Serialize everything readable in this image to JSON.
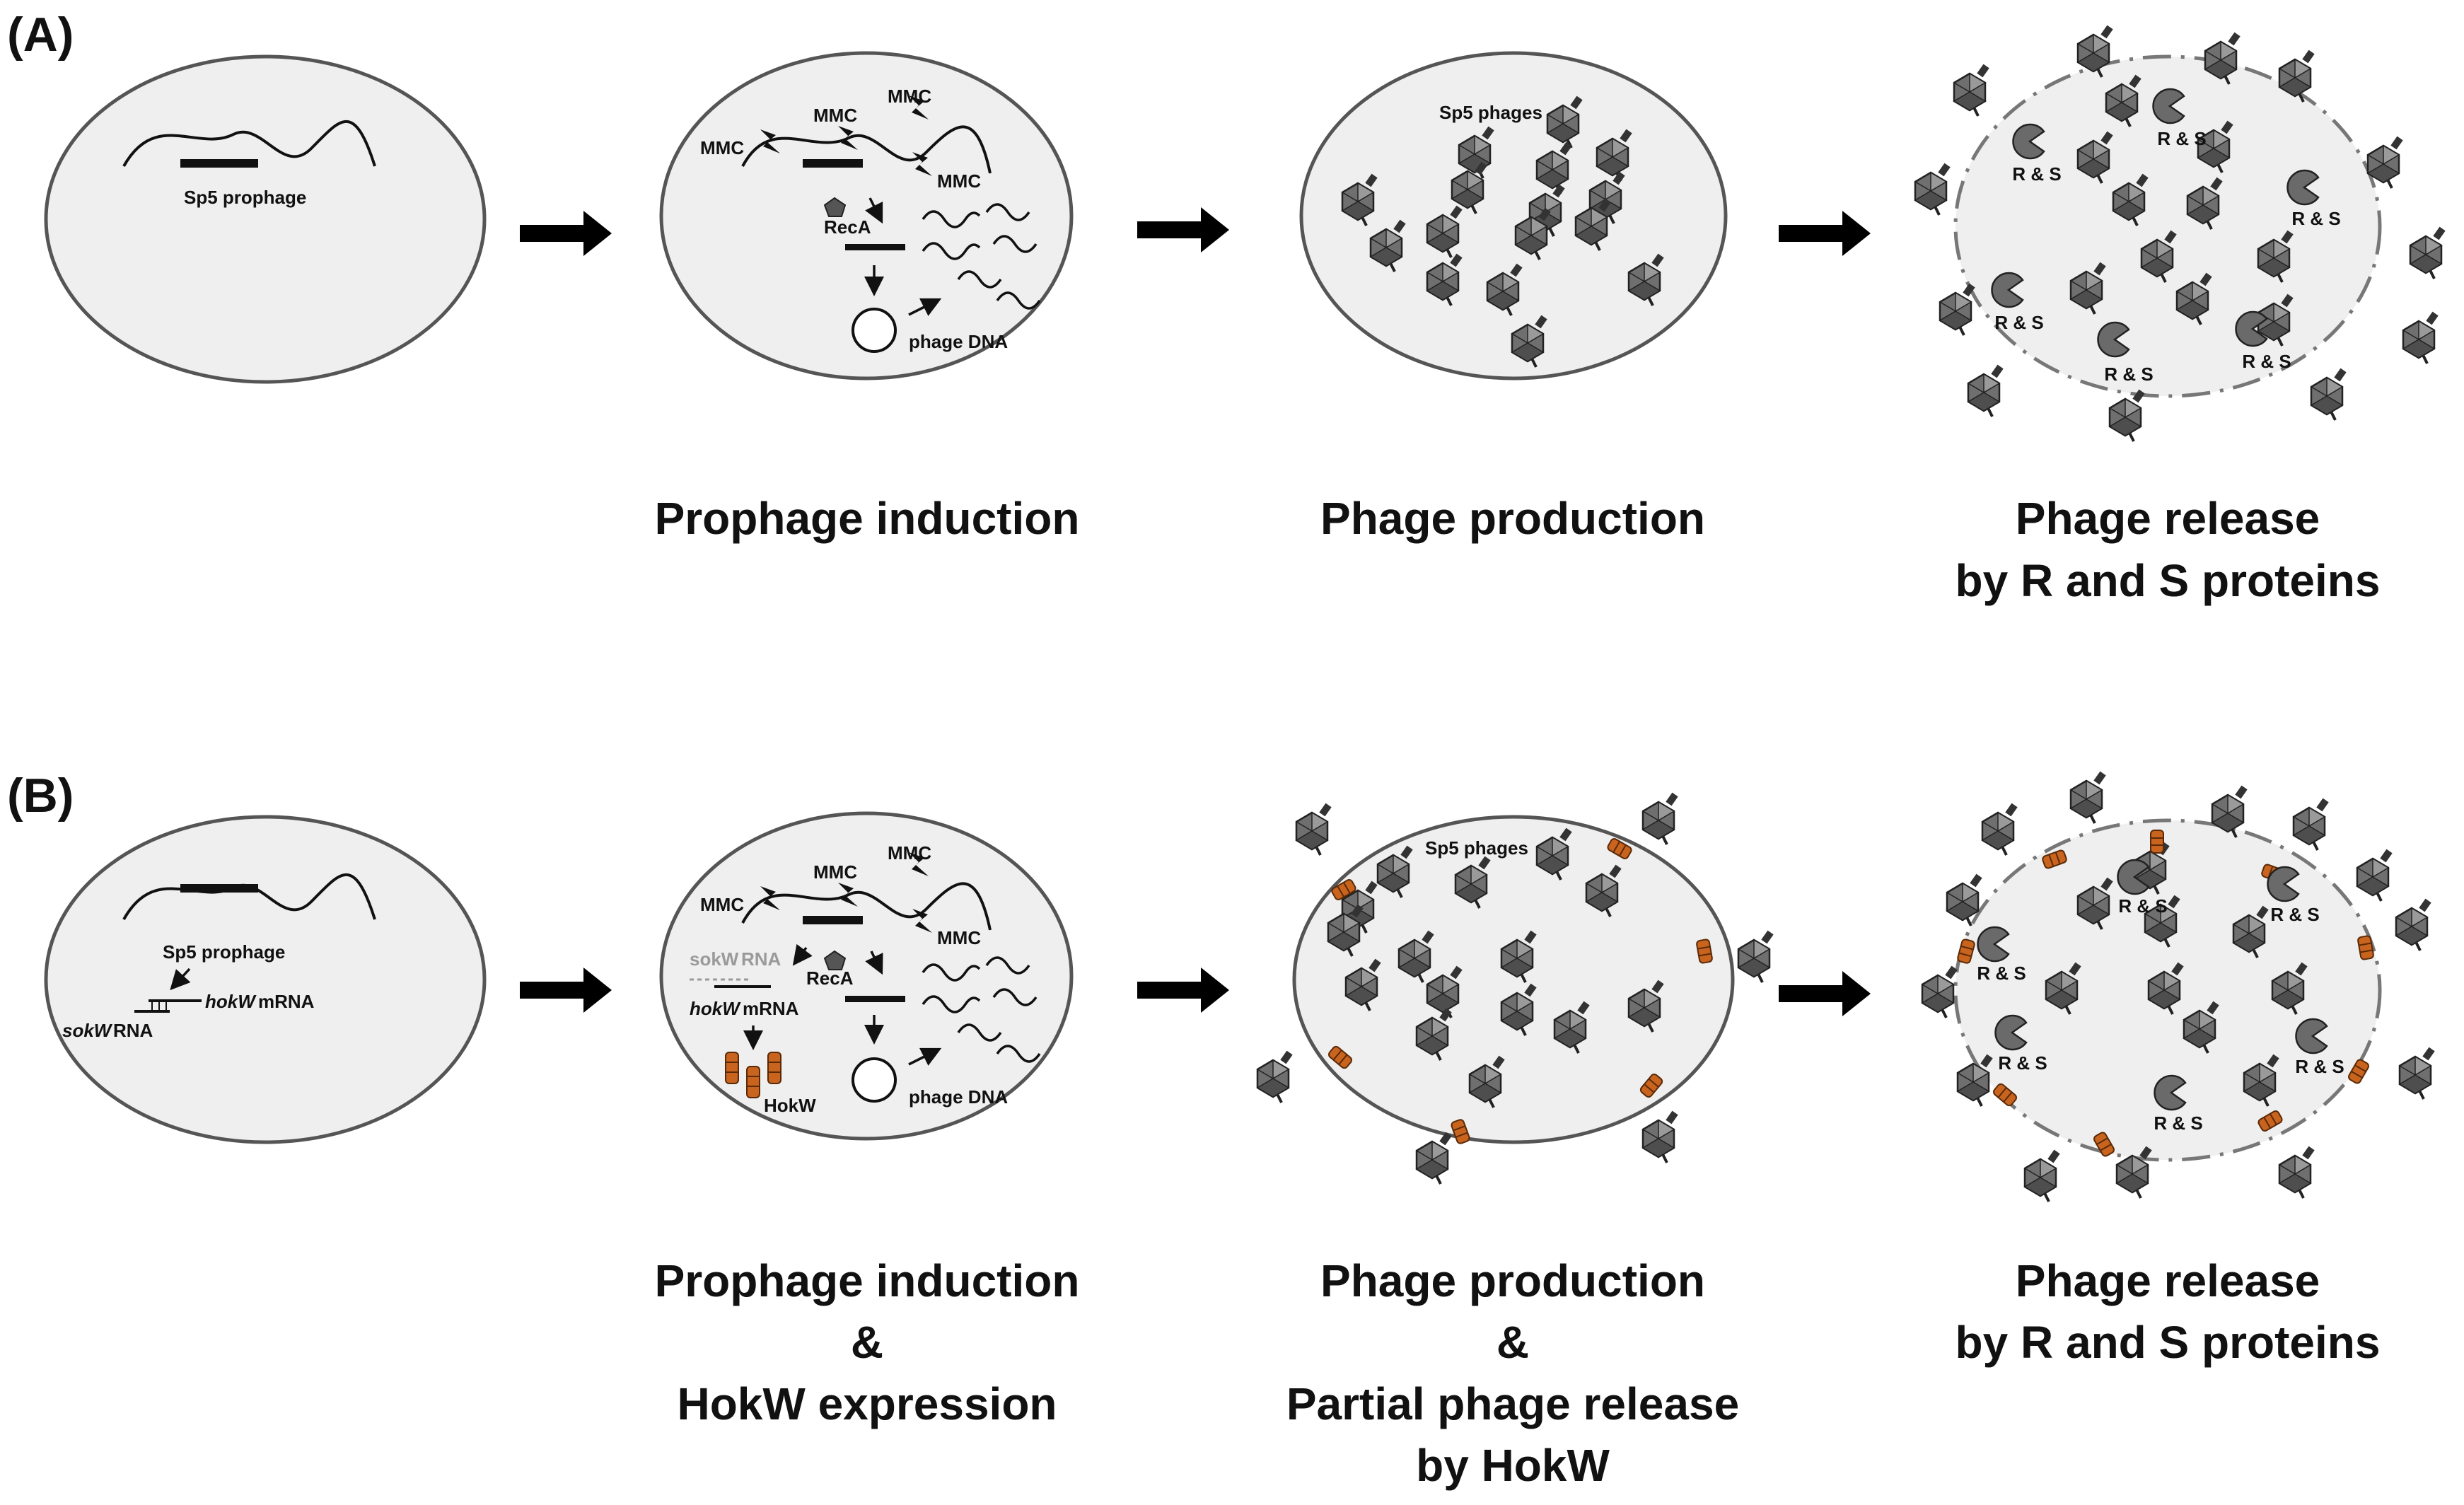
{
  "panels": {
    "A": {
      "label": "(A)",
      "captions": [
        [
          "Prophage induction"
        ],
        [
          "Phage production"
        ],
        [
          "Phage release",
          "by R and S proteins"
        ]
      ]
    },
    "B": {
      "label": "(B)",
      "captions": [
        [
          "Prophage induction",
          "&",
          "HokW expression"
        ],
        [
          "Phage production",
          "&",
          "Partial phage release",
          "by HokW"
        ],
        [
          "Phage release",
          "by R and S proteins"
        ]
      ]
    }
  },
  "labels": {
    "prophage": "Sp5 prophage",
    "mmc": "MMC",
    "reca": "RecA",
    "phage_dna": "phage DNA",
    "sp5_phages": "Sp5 phages",
    "rs": "R & S",
    "sokw_rna": "sokW",
    "hokw_mrna": "hokW",
    "rna": "RNA",
    "mrna": "mRNA",
    "hokw_protein": "HokW"
  },
  "colors": {
    "cell_fill": "#efefef",
    "cell_stroke": "#555555",
    "hokw_pore": "#c8641e",
    "phage": "#6f6f6f"
  }
}
